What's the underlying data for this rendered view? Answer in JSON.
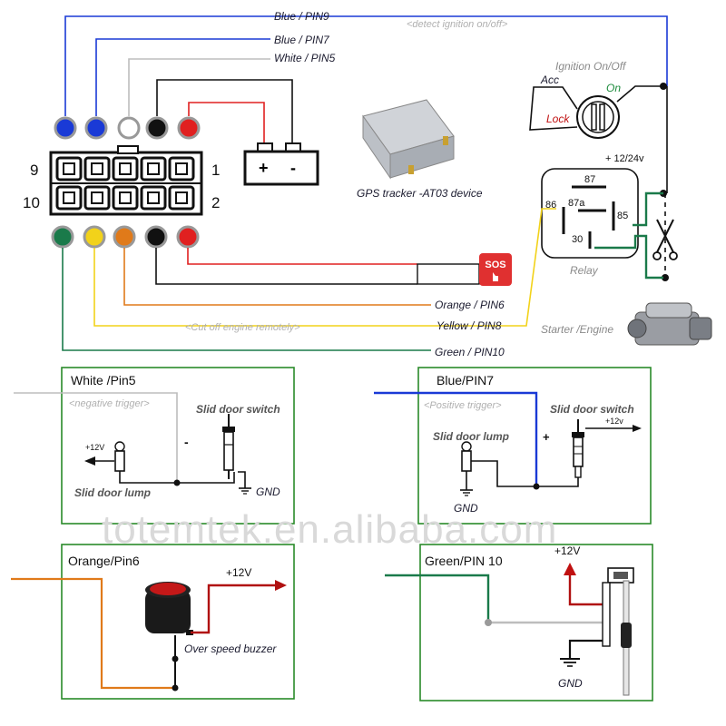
{
  "top": {
    "blue_pin9": "Blue / PIN9",
    "detect_ignition": "<detect ignition on/off>",
    "blue_pin7": "Blue / PIN7",
    "white_pin5": "White / PIN5",
    "ignition_title": "Ignition On/Off",
    "acc": "Acc",
    "on": "On",
    "lock": "Lock",
    "plus_12_24v": "+ 12/24v",
    "gps_caption": "GPS tracker  -AT03 device",
    "relay_87": "87",
    "relay_86": "86",
    "relay_87a": "87a",
    "relay_85": "85",
    "relay_30": "30",
    "relay_label": "Relay",
    "sos": "SOS",
    "orange_pin6": "Orange / PIN6",
    "cut_off_engine": "<Cut off engine remotely>",
    "yellow_pin8": "Yellow / PIN8",
    "starter_engine": "Starter /Engine",
    "green_pin10": "Green / PIN10",
    "connector_9": "9",
    "connector_1": "1",
    "connector_10": "10",
    "connector_2": "2",
    "battery_plus": "+",
    "battery_minus": "-"
  },
  "panels": {
    "white": {
      "title": "White /Pin5",
      "note": "<negative trigger>",
      "switch_label": "Slid door switch",
      "plus12": "+12V",
      "minus": "-",
      "lamp_label": "Slid door lump",
      "gnd": "GND"
    },
    "blue": {
      "title": "Blue/PIN7",
      "note": "<Positive trigger>",
      "switch_label": "Slid door switch",
      "plus12": "+12v",
      "lamp_label": "Slid door lump",
      "plus": "+",
      "gnd": "GND"
    },
    "orange": {
      "title": "Orange/Pin6",
      "plus12": "+12V",
      "buzzer_label": "Over speed buzzer"
    },
    "green": {
      "title": "Green/PIN 10",
      "plus12": "+12V",
      "gnd": "GND"
    }
  },
  "watermark": "totemtek.en.alibaba.com",
  "colors": {
    "blue": "#1a3ad6",
    "white": "#bdbdbd",
    "black": "#111111",
    "red": "#e02020",
    "green": "#1a7a4a",
    "yellow": "#f2d21a",
    "orange": "#e07a1a",
    "panel_border": "#2a8a2a",
    "dark_red": "#b01010"
  }
}
